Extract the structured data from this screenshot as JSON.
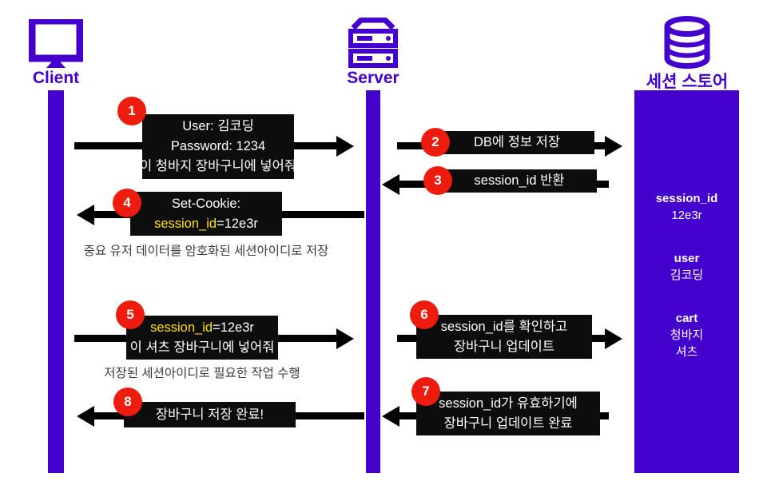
{
  "actors": [
    {
      "id": "client",
      "label": "Client",
      "icon": "monitor-icon"
    },
    {
      "id": "server",
      "label": "Server",
      "icon": "server-rack-icon"
    },
    {
      "id": "store",
      "label": "세션 스토어",
      "icon": "database-icon"
    }
  ],
  "colors": {
    "accent_purple": "#4400CC",
    "badge_red": "#EE1C0F",
    "message_box": "#0D0D0D",
    "highlight_yellow": "#FFE400",
    "background": "#FFFFFF",
    "caption_gray": "#3A3A3A"
  },
  "messages": [
    {
      "step": "1",
      "direction": "right",
      "from": "client",
      "to": "server",
      "lines": [
        {
          "text": "User: 김코딩",
          "highlight": false
        },
        {
          "text": "Password: 1234",
          "highlight": false
        },
        {
          "text": "이 청바지 장바구니에 넣어줘",
          "highlight": false
        }
      ]
    },
    {
      "step": "2",
      "direction": "right",
      "from": "server",
      "to": "store",
      "lines": [
        {
          "text": "DB에 정보 저장",
          "highlight": false
        }
      ]
    },
    {
      "step": "3",
      "direction": "left",
      "from": "store",
      "to": "server",
      "lines": [
        {
          "text": "session_id 반환",
          "highlight": false
        }
      ]
    },
    {
      "step": "4",
      "direction": "left",
      "from": "server",
      "to": "client",
      "lines": [
        {
          "text": "Set-Cookie:",
          "highlight": false
        },
        {
          "prefix": "session_id",
          "suffix": "=12e3r",
          "highlight": true
        }
      ]
    },
    {
      "step": "5",
      "direction": "right",
      "from": "client",
      "to": "server",
      "lines": [
        {
          "prefix": "session_id",
          "suffix": "=12e3r",
          "highlight": true
        },
        {
          "text": "이 셔츠 장바구니에 넣어줘",
          "highlight": false
        }
      ]
    },
    {
      "step": "6",
      "direction": "right",
      "from": "server",
      "to": "store",
      "lines": [
        {
          "text": "session_id를 확인하고",
          "highlight": false
        },
        {
          "text": "장바구니 업데이트",
          "highlight": false
        }
      ]
    },
    {
      "step": "7",
      "direction": "left",
      "from": "store",
      "to": "server",
      "lines": [
        {
          "text": "session_id가 유효하기에",
          "highlight": false
        },
        {
          "text": "장바구니 업데이트 완료",
          "highlight": false
        }
      ]
    },
    {
      "step": "8",
      "direction": "left",
      "from": "server",
      "to": "client",
      "lines": [
        {
          "text": "장바구니 저장 완료!",
          "highlight": false
        }
      ]
    }
  ],
  "captions": [
    {
      "id": "caption-encrypt",
      "text": "중요 유저 데이터를 암호화된 세션아이디로 저장"
    },
    {
      "id": "caption-perform",
      "text": "저장된 세션아이디로 필요한 작업 수행"
    }
  ],
  "session_store": {
    "entries": [
      {
        "key": "session_id",
        "values": [
          "12e3r"
        ]
      },
      {
        "key": "user",
        "values": [
          "김코딩"
        ]
      },
      {
        "key": "cart",
        "values": [
          "청바지",
          "셔츠"
        ]
      }
    ]
  }
}
